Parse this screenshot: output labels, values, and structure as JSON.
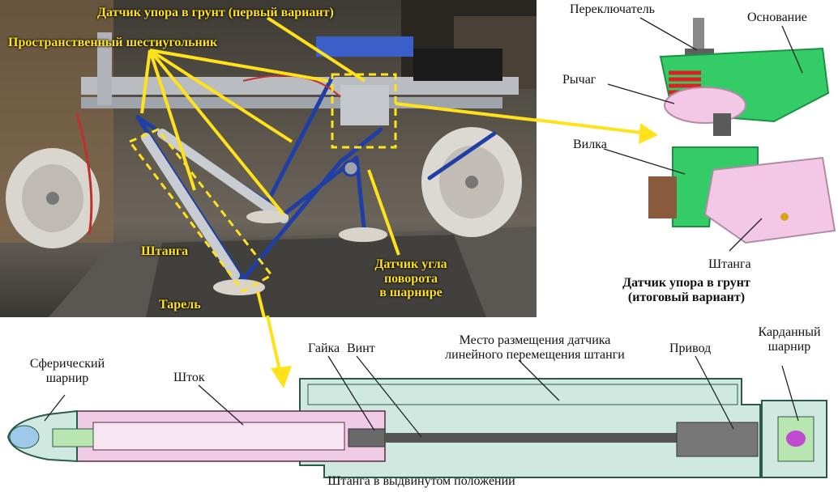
{
  "photo_labels": {
    "sensor_first": "Датчик упора в грунт (первый вариант)",
    "hexagon": "Пространственный шестиугольник",
    "rod": "Штанга",
    "plate": "Тарель",
    "angle_sensor": [
      "Датчик угла",
      "поворота",
      "в шарнире"
    ]
  },
  "cad_labels": {
    "switch": "Переключатель",
    "base": "Основание",
    "lever": "Рычаг",
    "fork": "Вилка",
    "rod": "Штанга",
    "caption": [
      "Датчик упора в грунт",
      "(итоговый вариант)"
    ]
  },
  "section_labels": {
    "spherical_joint": [
      "Сферический",
      "шарнир"
    ],
    "stem": "Шток",
    "nut": "Гайка",
    "screw": "Винт",
    "sensor_place": [
      "Место размещения датчика",
      "линейного перемещения штанги"
    ],
    "drive": "Привод",
    "cardan": [
      "Карданный",
      "шарнир"
    ],
    "caption": "Штанга в выдвинутом положении"
  },
  "colors": {
    "annotation_yellow": "#ffe21a",
    "robot_blue": "#1f3fa6",
    "cad_green": "#33cc66",
    "cad_pink": "#f2c8e6",
    "section_teal": "#cfe9e0",
    "section_pink": "#efcbe6"
  }
}
